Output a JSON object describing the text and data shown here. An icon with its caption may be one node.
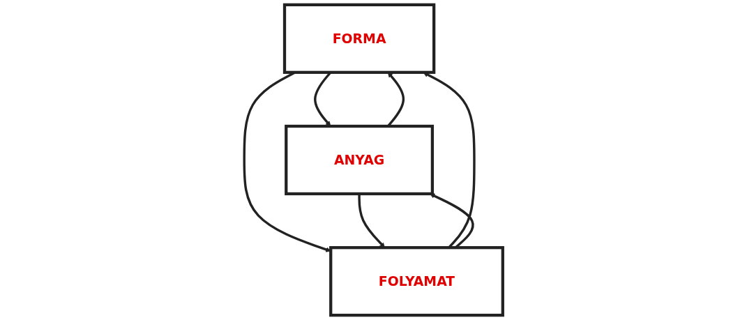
{
  "diagram": {
    "nodes": [
      {
        "text": [
          "FORMA"
        ]
      },
      {
        "text": [
          "ANYAG"
        ]
      },
      {
        "text": [
          "FOLYAMAT"
        ]
      }
    ],
    "edges": [
      {
        "from": 0,
        "to": 1,
        "arrow": "to"
      },
      {
        "from": 1,
        "to": 0,
        "arrow": "to"
      },
      {
        "from": 0,
        "to": 2,
        "arrow": "to"
      },
      {
        "from": 2,
        "to": 0,
        "arrow": "to"
      },
      {
        "from": 1,
        "to": 2,
        "arrow": "to"
      },
      {
        "from": 2,
        "to": 1,
        "arrow": "to"
      }
    ]
  }
}
